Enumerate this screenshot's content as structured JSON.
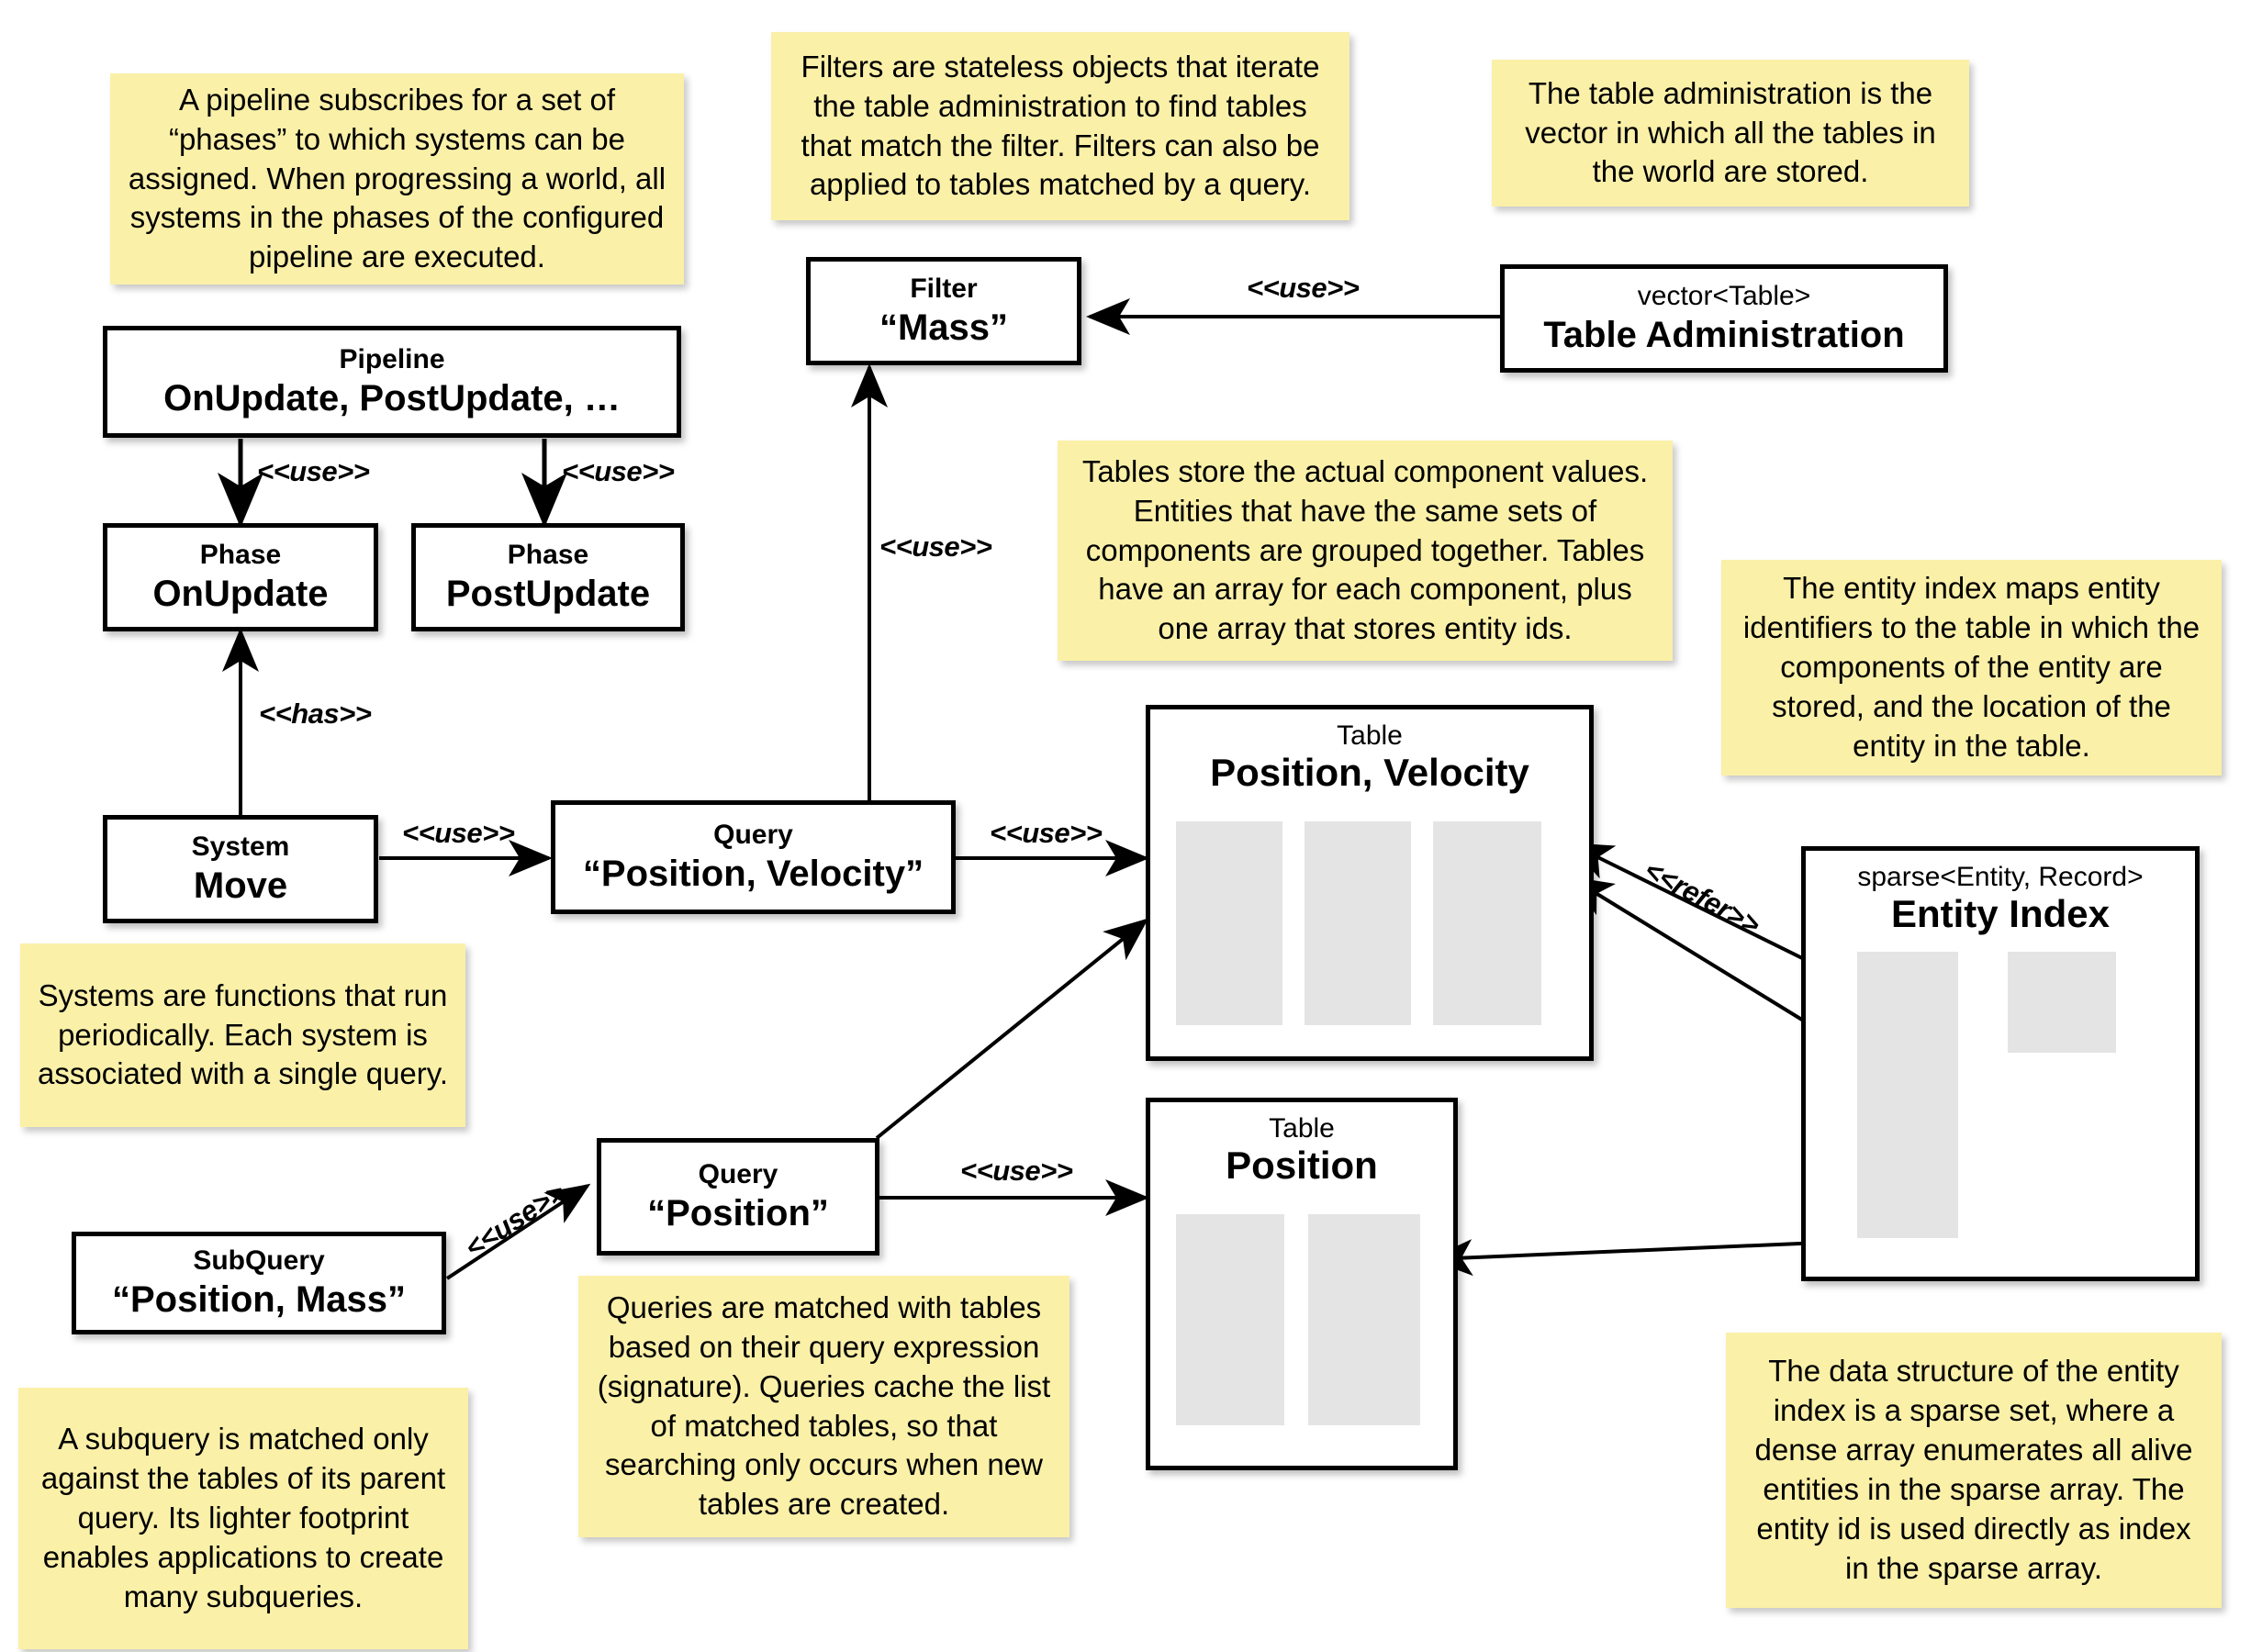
{
  "diagram": {
    "title": "ECS architecture diagram",
    "note_color": "#faf0a8",
    "column_color": "#e4e4e4",
    "line_color": "#000000"
  },
  "notes": [
    {
      "id": "note-pipeline",
      "text": "A pipeline subscribes for a set of “phases” to which systems can be assigned. When progressing a world, all systems in the phases of the configured pipeline are executed."
    },
    {
      "id": "note-filter",
      "text": "Filters are stateless objects that iterate the table administration to find tables that match the filter. Filters can also be applied to tables matched by a query."
    },
    {
      "id": "note-table-admin",
      "text": "The table administration is the vector in which all the tables in the world are stored."
    },
    {
      "id": "note-tables",
      "text": "Tables store the actual component values. Entities that have the same sets of components are grouped together. Tables have an array for each component, plus one array that stores entity ids."
    },
    {
      "id": "note-entity-index",
      "text": "The entity index maps entity identifiers to the table in which the components of the entity are stored, and the location of the entity in the table."
    },
    {
      "id": "note-systems",
      "text": "Systems are functions that run periodically. Each system is associated with a single query."
    },
    {
      "id": "note-queries",
      "text": "Queries are matched with tables based on their query expression (signature). Queries cache the list of matched tables, so that searching only occurs when new tables are created."
    },
    {
      "id": "note-subquery",
      "text": "A subquery is matched only against the tables of its parent query. Its lighter footprint enables applications to create many subqueries."
    },
    {
      "id": "note-sparse-set",
      "text": "The data structure of the entity index is a sparse set, where a dense array enumerates all alive entities in the sparse array. The entity id is used directly as index in the sparse array."
    }
  ],
  "boxes": [
    {
      "id": "pipeline",
      "stereotype": "Pipeline",
      "title": "OnUpdate, PostUpdate, …"
    },
    {
      "id": "phase-onupdate",
      "stereotype": "Phase",
      "title": "OnUpdate"
    },
    {
      "id": "phase-postupdate",
      "stereotype": "Phase",
      "title": "PostUpdate"
    },
    {
      "id": "system-move",
      "stereotype": "System",
      "title": "Move"
    },
    {
      "id": "query-pos-vel",
      "stereotype": "Query",
      "title": "“Position, Velocity”"
    },
    {
      "id": "query-pos",
      "stereotype": "Query",
      "title": "“Position”"
    },
    {
      "id": "subquery-pos-mass",
      "stereotype": "SubQuery",
      "title": "“Position, Mass”"
    },
    {
      "id": "filter-mass",
      "stereotype": "Filter",
      "title": "“Mass”"
    },
    {
      "id": "table-admin",
      "stereotype": "vector<Table>",
      "title": "Table Administration"
    },
    {
      "id": "table-pos-vel",
      "stereotype": "Table",
      "title": "Position, Velocity"
    },
    {
      "id": "table-pos",
      "stereotype": "Table",
      "title": "Position"
    },
    {
      "id": "entity-index",
      "stereotype": "sparse<Entity, Record>",
      "title": "Entity Index"
    }
  ],
  "edge_labels": [
    {
      "id": "edge-pipeline-onupdate",
      "text": "<<use>>"
    },
    {
      "id": "edge-pipeline-postupdate",
      "text": "<<use>>"
    },
    {
      "id": "edge-system-phase",
      "text": "<<has>>"
    },
    {
      "id": "edge-system-query",
      "text": "<<use>>"
    },
    {
      "id": "edge-query-filter",
      "text": "<<use>>"
    },
    {
      "id": "edge-tableadmin-filter",
      "text": "<<use>>"
    },
    {
      "id": "edge-query-table-posvel",
      "text": "<<use>>"
    },
    {
      "id": "edge-querypos-tablepos",
      "text": "<<use>>"
    },
    {
      "id": "edge-subquery-query",
      "text": "<<use>>"
    },
    {
      "id": "edge-entityindex-table",
      "text": "<<refer>>"
    }
  ]
}
